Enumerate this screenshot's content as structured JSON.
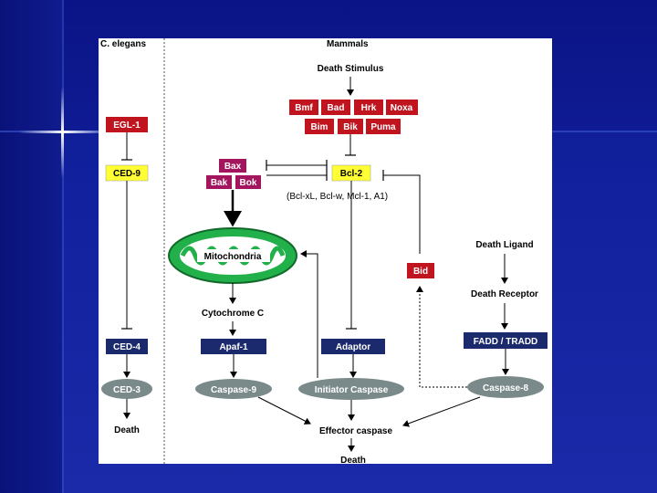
{
  "columns": {
    "left": "C. elegans",
    "right": "Mammals"
  },
  "celegans": {
    "egl1": "EGL-1",
    "ced9": "CED-9",
    "ced4": "CED-4",
    "ced3": "CED-3",
    "death": "Death"
  },
  "mammals": {
    "death_stimulus": "Death Stimulus",
    "bh3_row1": [
      "Bmf",
      "Bad",
      "Hrk",
      "Noxa"
    ],
    "bh3_row2": [
      "Bim",
      "Bik",
      "Puma"
    ],
    "bax": "Bax",
    "bak": "Bak",
    "bok": "Bok",
    "bcl2": "Bcl-2",
    "bcl2_family": "(Bcl-xL, Bcl-w, Mcl-1, A1)",
    "mitochondria": "Mitochondria",
    "cytochrome_c": "Cytochrome C",
    "apaf1": "Apaf-1",
    "adaptor": "Adaptor",
    "caspase9": "Caspase-9",
    "initiator_caspase": "Initiator Caspase",
    "effector_caspase": "Effector caspase",
    "death": "Death",
    "bid": "Bid",
    "death_ligand": "Death Ligand",
    "death_receptor": "Death Receptor",
    "fadd_tradd": "FADD / TRADD",
    "caspase8": "Caspase-8"
  },
  "colors": {
    "slide_background": "#0d1a8a",
    "red_box": "#c0141e",
    "magenta_box": "#a3155d",
    "yellow_box": "#ffff33",
    "navy_box": "#1a2a6c",
    "caspase_oval": "#7a8a8a",
    "mitochondria_green": "#22b04a"
  }
}
